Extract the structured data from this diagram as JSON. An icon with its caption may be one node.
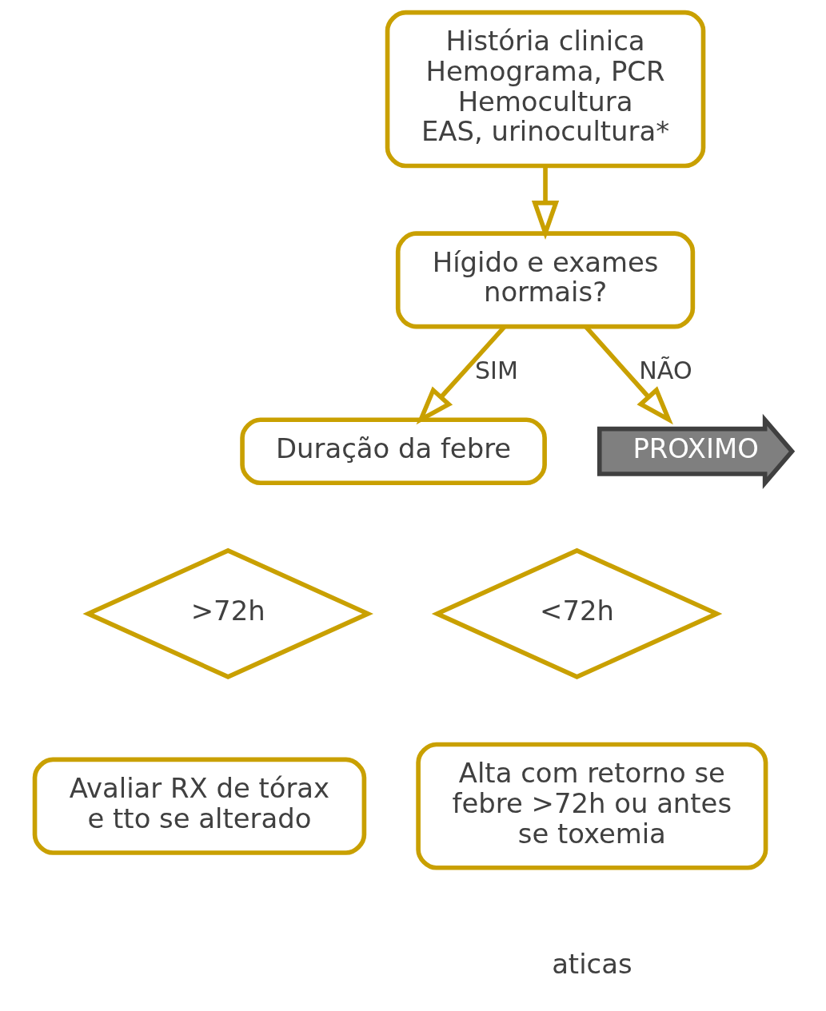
{
  "diagram": {
    "nodes": [
      {
        "text": [
          "História clinica",
          "Hemograma, PCR",
          "Hemocultura",
          "EAS, urinocultura*"
        ]
      },
      {
        "text": [
          "Hígido e exames normais?"
        ]
      },
      {
        "text": [
          "Duração da febre"
        ]
      },
      {
        "text": [
          ">72h"
        ]
      },
      {
        "text": [
          "<72h"
        ]
      },
      {
        "text": [
          "Avaliar RX de tórax e tto se alterado"
        ]
      },
      {
        "text": [
          "Alta com retorno se febre >72h ou antes se toxemia"
        ]
      },
      {
        "text": [
          "PROXIMO"
        ]
      }
    ],
    "edges": [
      {
        "from": 0,
        "to": 1,
        "arrow": "to"
      },
      {
        "from": 1,
        "to": 2,
        "arrow": "to",
        "label": "SIM"
      },
      {
        "from": 1,
        "to": 7,
        "arrow": "to",
        "label": "NÃO"
      }
    ],
    "labels": [
      "aticas"
    ]
  }
}
